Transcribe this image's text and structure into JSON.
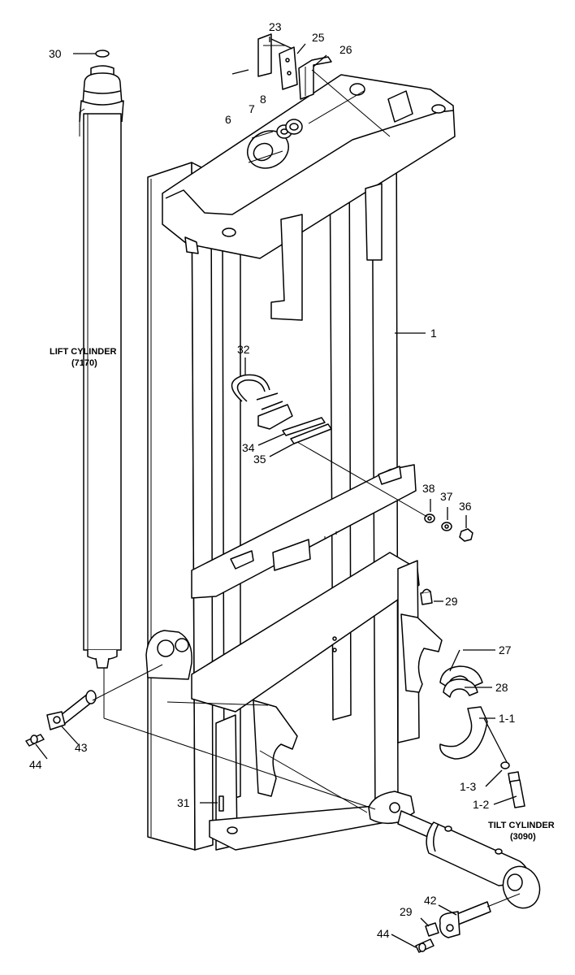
{
  "diagram": {
    "callouts": {
      "n1": "1",
      "n1_1": "1-1",
      "n1_2": "1-2",
      "n1_3": "1-3",
      "n6": "6",
      "n7": "7",
      "n8": "8",
      "n23": "23",
      "n25": "25",
      "n26": "26",
      "n27": "27",
      "n28": "28",
      "n29a": "29",
      "n29b": "29",
      "n30": "30",
      "n31": "31",
      "n32": "32",
      "n34": "34",
      "n35": "35",
      "n36": "36",
      "n37": "37",
      "n38": "38",
      "n42": "42",
      "n43": "43",
      "n44a": "44",
      "n44b": "44"
    },
    "captions": {
      "lift_title": "LIFT CYLINDER",
      "lift_code": "(7170)",
      "tilt_title": "TILT CYLINDER",
      "tilt_code": "(3090)"
    }
  }
}
